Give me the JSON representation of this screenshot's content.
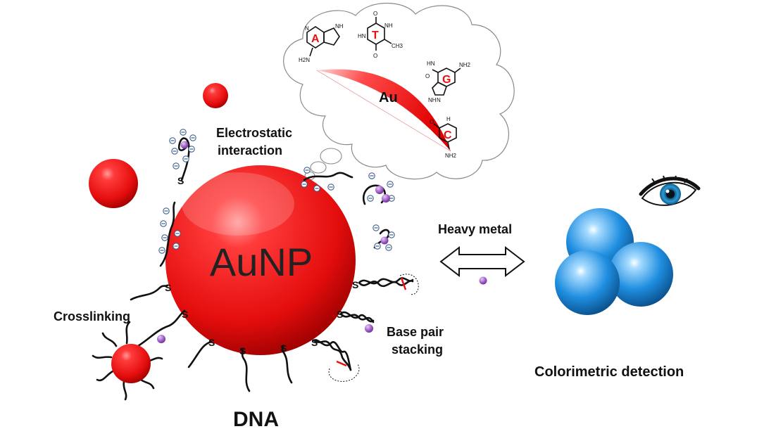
{
  "labels": {
    "center": "AuNP",
    "au": "Au",
    "electrostatic_1": "Electrostatic",
    "electrostatic_2": "interaction",
    "crosslinking": "Crosslinking",
    "base_pair_1": "Base pair",
    "base_pair_2": "stacking",
    "heavy_metal": "Heavy metal",
    "dna": "DNA",
    "colorimetric": "Colorimetric detection",
    "thiol": "S"
  },
  "bases": {
    "A": "A",
    "T": "T",
    "G": "G",
    "C": "C",
    "nh2": "NH2",
    "nh": "NH",
    "hn": "HN",
    "h2n": "H2N",
    "n": "N",
    "h": "H",
    "o": "O",
    "ch3": "CH3"
  },
  "colors": {
    "gold_np": "#e81010",
    "aggregate": "#1a86d6",
    "metal_ion": "#9b59c4",
    "base_letter": "#e81010",
    "charge": "#3d5f8e"
  },
  "icons": [
    "eye-icon",
    "double-arrow-icon",
    "thought-cloud-icon"
  ]
}
